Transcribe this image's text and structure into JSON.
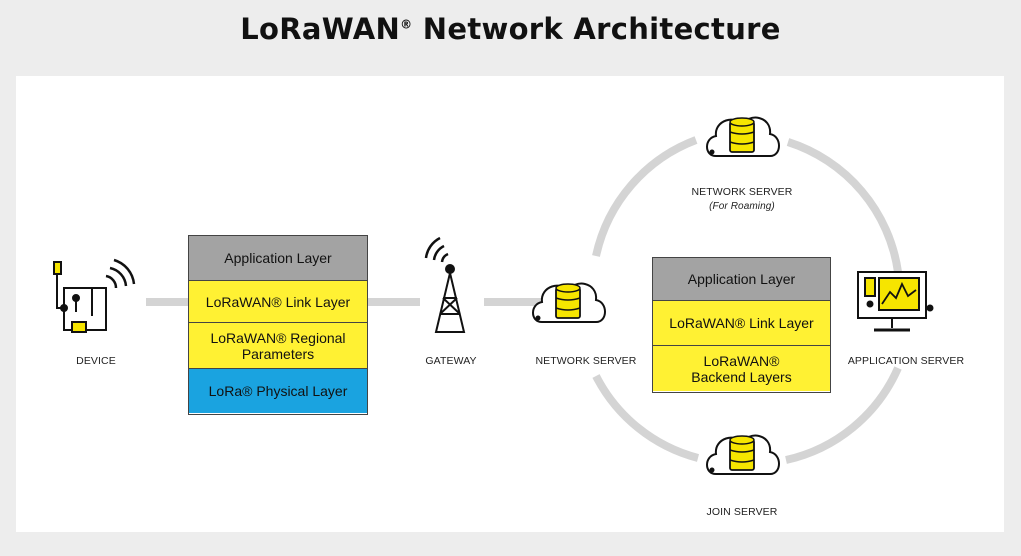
{
  "title": {
    "main": "LoRaWAN",
    "reg": "®",
    "rest": " Network Architecture"
  },
  "nodes": {
    "device": "DEVICE",
    "gateway": "GATEWAY",
    "network_server": "NETWORK SERVER",
    "network_server_roaming": "NETWORK SERVER",
    "roaming_note": "(For Roaming)",
    "application_server": "APPLICATION SERVER",
    "join_server": "JOIN SERVER"
  },
  "device_stack": [
    {
      "text": "Application Layer",
      "color": "#a3a3a3"
    },
    {
      "text": "LoRaWAN® Link Layer",
      "color": "#fff133"
    },
    {
      "text": "LoRaWAN® Regional Parameters",
      "color": "#fff133"
    },
    {
      "text": "LoRa® Physical Layer",
      "color": "#1aa3e0"
    }
  ],
  "server_stack": [
    {
      "text": "Application Layer",
      "color": "#a3a3a3"
    },
    {
      "text": "LoRaWAN® Link Layer",
      "color": "#fff133"
    },
    {
      "text": "LoRaWAN® Backend Layers",
      "color": "#fff133"
    }
  ],
  "colors": {
    "connector": "#d4d4d4",
    "icon_yellow": "#f6e500",
    "icon_stroke": "#111111"
  }
}
